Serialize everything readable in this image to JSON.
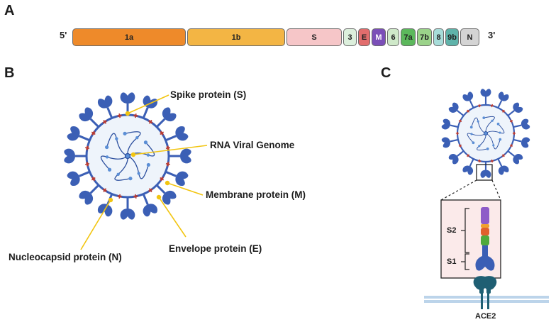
{
  "panels": {
    "a": "A",
    "b": "B",
    "c": "C"
  },
  "genome": {
    "five_prime": "5'",
    "three_prime": "3'",
    "segments": [
      {
        "label": "1a",
        "color": "#ee8a2a"
      },
      {
        "label": "1b",
        "color": "#f3b544"
      },
      {
        "label": "S",
        "color": "#f6c6c8"
      },
      {
        "label": "3",
        "color": "#dcefdc"
      },
      {
        "label": "E",
        "color": "#e26d6d"
      },
      {
        "label": "M",
        "color": "#7b4fb8"
      },
      {
        "label": "6",
        "color": "#cfe9c9"
      },
      {
        "label": "7a",
        "color": "#5cb85c"
      },
      {
        "label": "7b",
        "color": "#9bd38a"
      },
      {
        "label": "8",
        "color": "#a7dcd9"
      },
      {
        "label": "9b",
        "color": "#5fb3aa"
      },
      {
        "label": "N",
        "color": "#d4d4d4"
      }
    ]
  },
  "virion_labels": {
    "spike": "Spike protein (S)",
    "genome": "RNA Viral Genome",
    "membrane": "Membrane protein (M)",
    "nucleocapsid": "Nucleocapsid protein (N)",
    "envelope": "Envelope protein (E)"
  },
  "panel_c": {
    "s2": "S2",
    "s1": "S1",
    "receptor": "ACE2"
  },
  "colors": {
    "spike_blue": "#3b5fb5",
    "virion_fill": "#eef4fb",
    "membrane_red": "#c0392b",
    "leader_yellow": "#f2c511",
    "receptor_teal": "#1f5f73",
    "inset_fill": "#fbeaea"
  }
}
